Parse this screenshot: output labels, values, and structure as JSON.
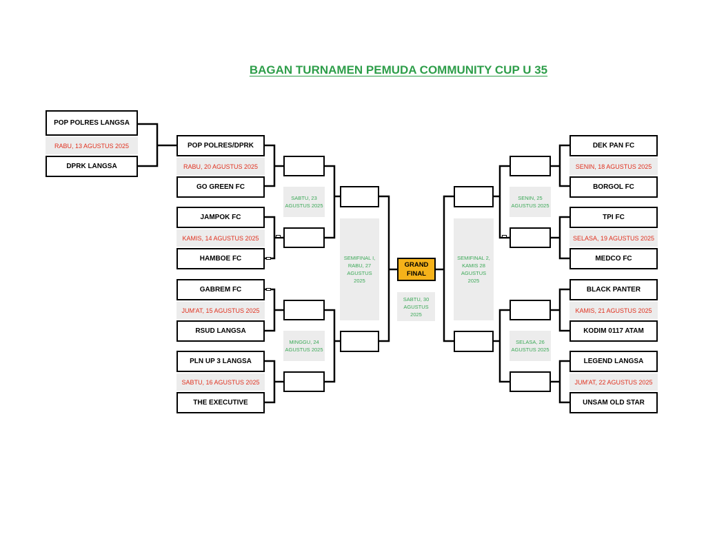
{
  "title": "BAGAN TURNAMEN PEMUDA COMMUNITY CUP U 35",
  "colors": {
    "title": "#2e9e4a",
    "date_text": "#e0301e",
    "info_text": "#3aa856",
    "label_bg": "#ececec",
    "grand_final_bg": "#f5b21a",
    "line": "#000000"
  },
  "preliminary": {
    "team_a": "POP POLRES LANGSA",
    "date": "RABU, 13 AGUSTUS 2025",
    "team_b": "DPRK LANGSA"
  },
  "left_round1": [
    {
      "team_a": "POP POLRES/DPRK",
      "date": "RABU, 20 AGUSTUS 2025",
      "team_b": "GO GREEN FC"
    },
    {
      "team_a": "JAMPOK FC",
      "date": "KAMIS, 14 AGUSTUS 2025",
      "team_b": "HAMBOE FC"
    },
    {
      "team_a": "GABREM FC",
      "date": "JUM'AT, 15 AGUSTUS 2025",
      "team_b": "RSUD LANGSA"
    },
    {
      "team_a": "PLN UP 3 LANGSA",
      "date": "SABTU, 16 AGUSTUS 2025",
      "team_b": "THE EXECUTIVE"
    }
  ],
  "right_round1": [
    {
      "team_a": "DEK PAN FC",
      "date": "SENIN, 18 AGUSTUS 2025",
      "team_b": "BORGOL FC"
    },
    {
      "team_a": "TPI FC",
      "date": "SELASA, 19 AGUSTUS 2025",
      "team_b": "MEDCO FC"
    },
    {
      "team_a": "BLACK PANTER",
      "date": "KAMIS, 21 AGUSTUS 2025",
      "team_b": "KODIM 0117 ATAM"
    },
    {
      "team_a": "LEGEND LANGSA",
      "date": "JUM'AT, 22 AGUSTUS 2025",
      "team_b": "UNSAM OLD STAR"
    }
  ],
  "quarterfinal_info": {
    "left_top": "SABTU, 23 AGUSTUS 2025",
    "left_bottom": "MINGGU, 24 AGUSTUS 2025",
    "right_top": "SENIN, 25 AGUSTUS 2025",
    "right_bottom": "SELASA, 26 AGUSTUS 2025"
  },
  "semifinal_info": {
    "left": "SEMIFINAL I, RABU, 27 AGUSTUS 2025",
    "right": "SEMIFINAL 2, KAMIS 28 AGUSTUS 2025"
  },
  "grand_final": {
    "label": "GRAND FINAL",
    "date": "SABTU, 30 AGUSTUS 2025"
  }
}
